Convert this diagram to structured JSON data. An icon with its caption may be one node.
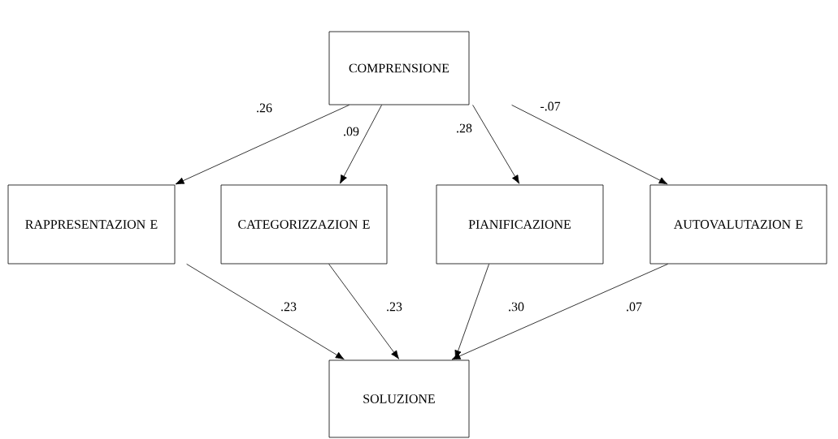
{
  "diagram": {
    "nodes": [
      {
        "text": [
          "COMPRENSIONE"
        ]
      },
      {
        "text": [
          "RAPPRESENTAZION E"
        ]
      },
      {
        "text": [
          "CATEGORIZZAZION E"
        ]
      },
      {
        "text": [
          "PIANIFICAZIONE"
        ]
      },
      {
        "text": [
          "AUTOVALUTAZION E"
        ]
      },
      {
        "text": [
          "SOLUZIONE"
        ]
      }
    ],
    "edges": [
      {
        "from": 0,
        "to": 1,
        "arrow": "to",
        "label": ".26"
      },
      {
        "from": 0,
        "to": 2,
        "arrow": "to",
        "label": ".09"
      },
      {
        "from": 0,
        "to": 3,
        "arrow": "to",
        "label": ".28"
      },
      {
        "from": 0,
        "to": 4,
        "arrow": "to",
        "label": "-.07"
      },
      {
        "from": 1,
        "to": 5,
        "arrow": "to",
        "label": ".23"
      },
      {
        "from": 2,
        "to": 5,
        "arrow": "to",
        "label": ".23"
      },
      {
        "from": 3,
        "to": 5,
        "arrow": "to",
        "label": ".30"
      },
      {
        "from": 4,
        "to": 5,
        "arrow": "to",
        "label": ".07"
      }
    ]
  }
}
